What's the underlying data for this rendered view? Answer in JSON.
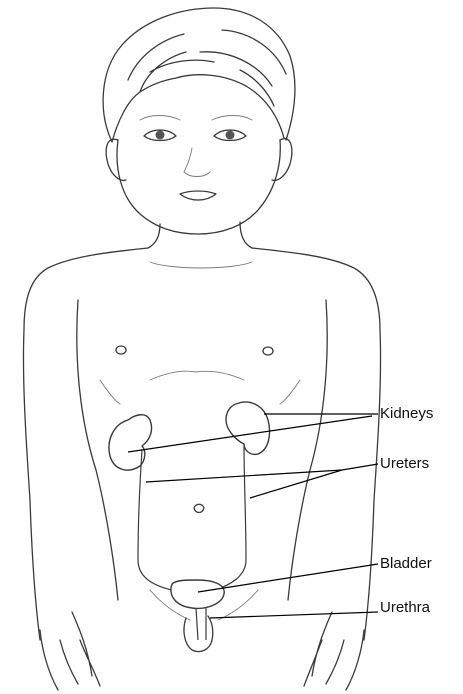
{
  "labels": {
    "kidneys": "Kidneys",
    "ureters": "Ureters",
    "bladder": "Bladder",
    "urethra": "Urethra"
  },
  "colors": {
    "ink": "#3a3a3a",
    "leader": "#000000",
    "text": "#111111",
    "background": "#ffffff"
  }
}
